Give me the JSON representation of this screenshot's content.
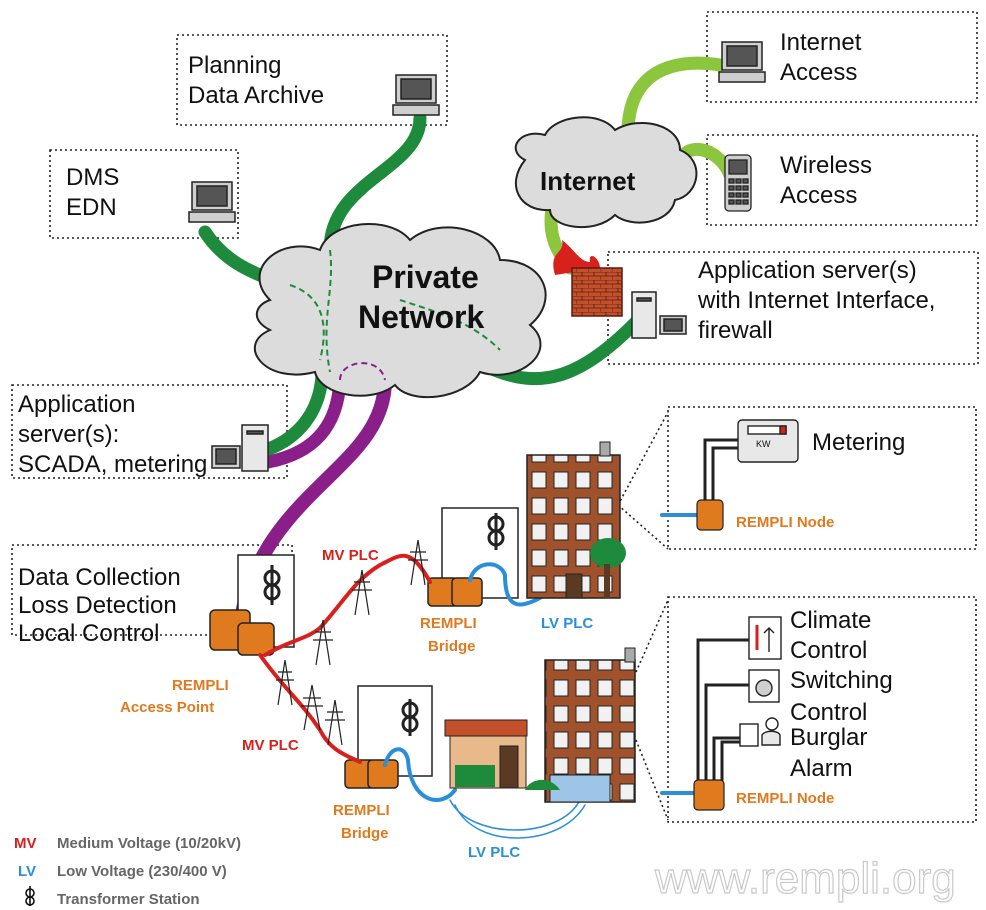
{
  "labels": {
    "planning": [
      "Planning",
      "Data Archive"
    ],
    "dms": [
      "DMS",
      "EDN"
    ],
    "internet_access": [
      "Internet",
      "Access"
    ],
    "wireless_access": [
      "Wireless",
      "Access"
    ],
    "internet": "Internet",
    "private_network": [
      "Private",
      "Network"
    ],
    "app_server_internet": [
      "Application server(s)",
      "with Internet Interface,",
      "firewall"
    ],
    "app_server_scada": [
      "Application",
      "server(s):",
      "SCADA, metering"
    ],
    "metering": "Metering",
    "rempli_node_top": "REMPLI Node",
    "rempli_node_bottom": "REMPLI Node",
    "data_collection": [
      "Data Collection",
      "Loss Detection",
      "Local Control"
    ],
    "mv_plc_top": "MV PLC",
    "mv_plc_bottom": "MV PLC",
    "lv_plc_top": "LV PLC",
    "lv_plc_bottom": "LV PLC",
    "rempli_bridge_top": [
      "REMPLI",
      "Bridge"
    ],
    "rempli_bridge_bottom": [
      "REMPLI",
      "Bridge"
    ],
    "rempli_access_point": [
      "REMPLI",
      "Access Point"
    ],
    "climate_control": [
      "Climate",
      "Control"
    ],
    "switching_control": [
      "Switching",
      "Control"
    ],
    "burglar_alarm": [
      "Burglar",
      "Alarm"
    ],
    "meter_display": "KW"
  },
  "legend": [
    {
      "abbr": "MV",
      "text": "Medium Voltage (10/20kV)",
      "color": "#d8201c"
    },
    {
      "abbr": "LV",
      "text": "Low Voltage (230/400 V)",
      "color": "#2a8fd8"
    },
    {
      "abbr": "",
      "text": "Transformer Station",
      "color": "#111111"
    }
  ],
  "watermark": "www.rempli.org",
  "colors": {
    "private_link": "#1e8a3c",
    "internet_link": "#8cc63f",
    "mv_link": "#8a1f8a",
    "mv_plc_line": "#d8201c",
    "lv_plc_line": "#2a8fd8",
    "rempli_device": "#e07a1f",
    "cloud": "#dcdcdc"
  }
}
